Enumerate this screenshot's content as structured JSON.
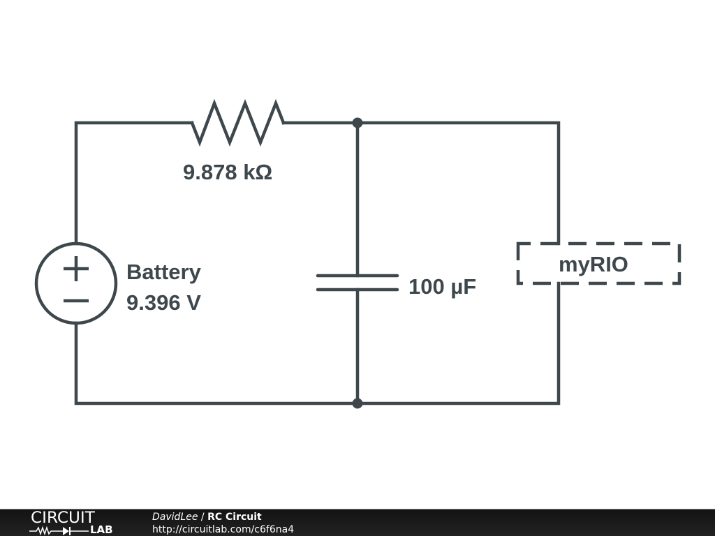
{
  "schematic": {
    "resistor": {
      "label": "9.878 kΩ",
      "value": 9.878,
      "unit": "kΩ"
    },
    "battery": {
      "name": "Battery",
      "voltage_label": "9.396 V",
      "value": 9.396,
      "unit": "V",
      "plus_symbol": "+",
      "minus_symbol": "−"
    },
    "capacitor": {
      "label": "100 µF",
      "value": 100,
      "unit": "µF"
    },
    "subsystem": {
      "label": "myRIO"
    },
    "colors": {
      "wire": "#3d474c",
      "background": "#ffffff",
      "footer": "#1b1b1b"
    }
  },
  "footer": {
    "logo_top": "CIRCUIT",
    "logo_bottom": "LAB",
    "author": "DavidLee",
    "separator": " / ",
    "title": "RC Circuit",
    "url": "http://circuitlab.com/c6f6na4"
  }
}
